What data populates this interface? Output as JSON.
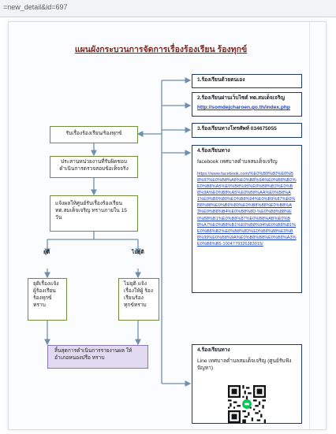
{
  "address_bar": {
    "url_fragment": "=new_detail&id=697"
  },
  "flowchart": {
    "title": "แผนผังกระบวนการจัดการเรื่องร้องเรียน ร้องทุกข์",
    "left": {
      "receive": "รับเรื่องร้องเรียน/ร้องทุกข์",
      "coordinate": "ประสานหน่วยงานที่รับผิดชอบ ดำเนินการตรวจสอบข้อเท็จจริง",
      "notify": "แจ้งผลให้ศูนย์รับเรื่องร้องเรียน ทต.สมเด็จเจริญ ทราบภายใน 15 วัน",
      "branch_end": "ยุติ",
      "branch_not_end": "ไม่ยุติ",
      "end_result": "ยุติเรื่องแจ้ง ผู้ร้องเรียน ร้องทุกข์ ทราบ",
      "not_end_result": "ไม่ยุติ แจ้งเรื่องให้ผู้ ร้องเรียนร้อง ทุกข์ทราบ",
      "final": "สิ้นสุดการดำเนินการรายงานผล ให้อำเภอหนองปรือ ทราบ"
    },
    "right": {
      "channel1": "1.ร้องเรียนด้วยตนเอง",
      "channel2": "2.ร้องเรียนผ่านเว็บไซต์ ทต.สมเด็จเจริญ",
      "channel2_link": "http://somdejcharoen.go.th/index.php",
      "channel3": "3.ร้องเรียนทางโทรศัพท์ 034675055",
      "channel4_title": "4.ร้องเรียนทาง",
      "channel4_sub": "facebook เทศบาลตำบลสมเด็จเจริญ",
      "channel4_link": "https://www.facebook.com/%E0%B9%80%E0%B8%97%E0%B8%A8%E0%B8%9A%E0%B8%B2%E0%B8%A5%E0%B8%95%E0%B8%B3%E0%B8%9A%E0%B8%A5%E0%B8%AA%E0%B8%A1%E0%B9%80%E0%B8%94%E0%B9%87%E0%B8%88%E0%B9%80%E0%B8%88%E0%B8%A3%E0%B8%B4%E0%B8%8D-%E0%B8%88%E0%B8%B1%E0%B8%87%E0%B8%AB%E0%B8%A7%E0%B8%B1%E0%B8%94%E0%B8%81%E0%B8%B2%E0%B8%8D%E0%B8%88%E0%B8%99%E0%B8%9A%E0%B8%B8%E0%B8%A3%E0%B8%B5-1004779326383015/",
      "channel5_title": "4.ร้องเรียนทาง",
      "channel5_sub": "Line เทศบาลตำบลสมเด็จเจริญ (ศูนย์รับฟังปัญหา)"
    }
  }
}
